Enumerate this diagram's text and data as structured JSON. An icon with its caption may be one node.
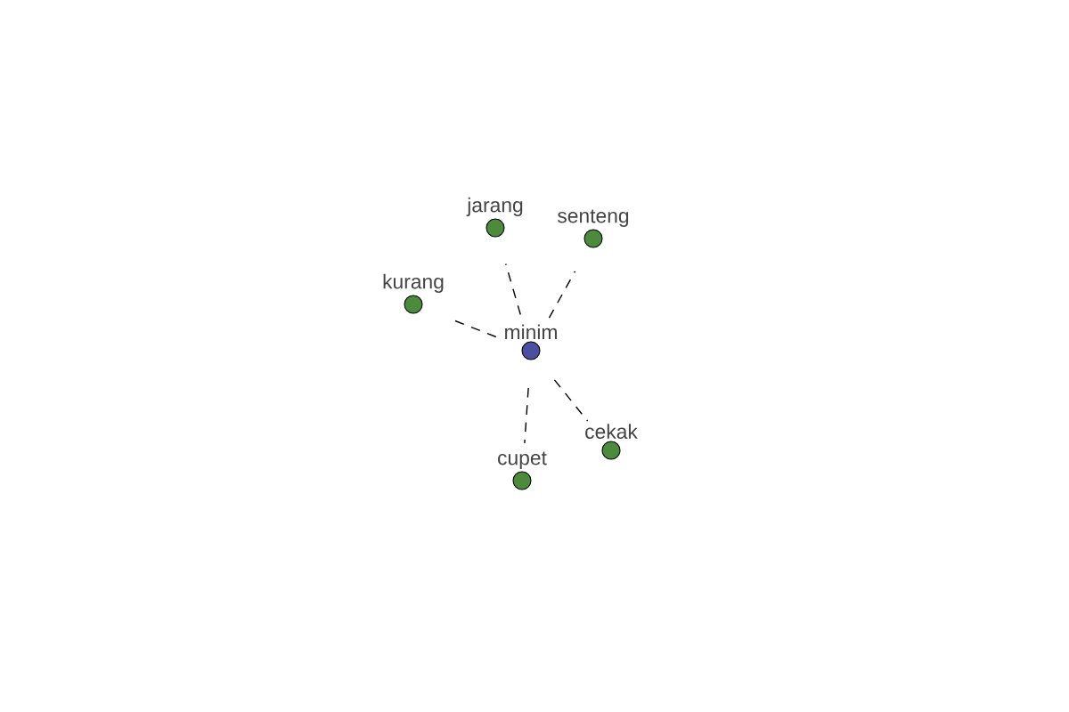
{
  "diagram": {
    "nodes": [
      {
        "text": [
          "minim"
        ]
      },
      {
        "text": [
          "jarang"
        ]
      },
      {
        "text": [
          "senteng"
        ]
      },
      {
        "text": [
          "kurang"
        ]
      },
      {
        "text": [
          "cekak"
        ]
      },
      {
        "text": [
          "cupet"
        ]
      }
    ],
    "edges": [
      {
        "from": 0,
        "to": 1,
        "arrow": "none",
        "style": "dashed"
      },
      {
        "from": 0,
        "to": 2,
        "arrow": "none",
        "style": "dashed"
      },
      {
        "from": 0,
        "to": 3,
        "arrow": "none",
        "style": "dashed"
      },
      {
        "from": 0,
        "to": 4,
        "arrow": "none",
        "style": "dashed"
      },
      {
        "from": 0,
        "to": 5,
        "arrow": "none",
        "style": "dashed"
      }
    ]
  }
}
